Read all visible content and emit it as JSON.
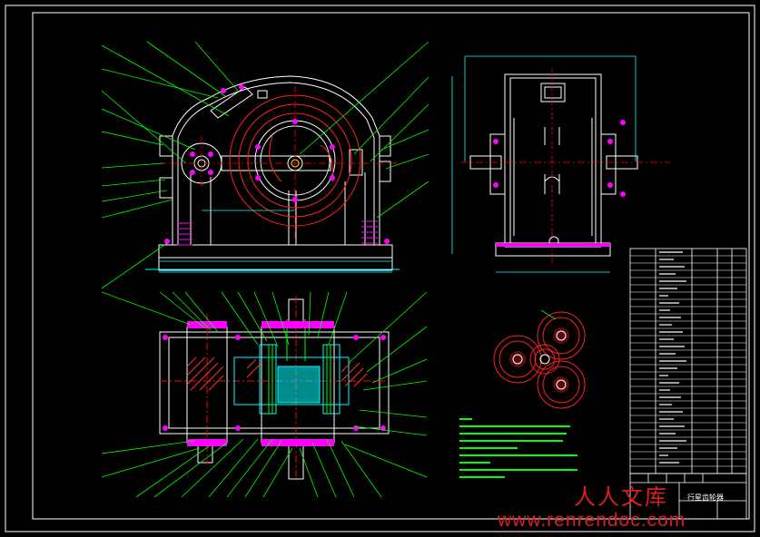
{
  "colors": {
    "background": "#000000",
    "frame": "#ffffff",
    "outline": "#ffffff",
    "leader": "#00ff00",
    "center": "#ff0000",
    "gear": "#ff2020",
    "hatch": "#ff00ff",
    "dimension": "#00ffff",
    "bolt": "#ff00ff",
    "notes": "#00ff00",
    "watermark": "#d82020"
  },
  "icons": {
    "cross_section_icon": "hatched-region",
    "planet_gear_icon": "gear-circle"
  },
  "title_block": {
    "drawing_name": "行星齿轮器"
  },
  "watermark": {
    "chinese": "人人文库",
    "url": "www.renrendoc.com"
  }
}
